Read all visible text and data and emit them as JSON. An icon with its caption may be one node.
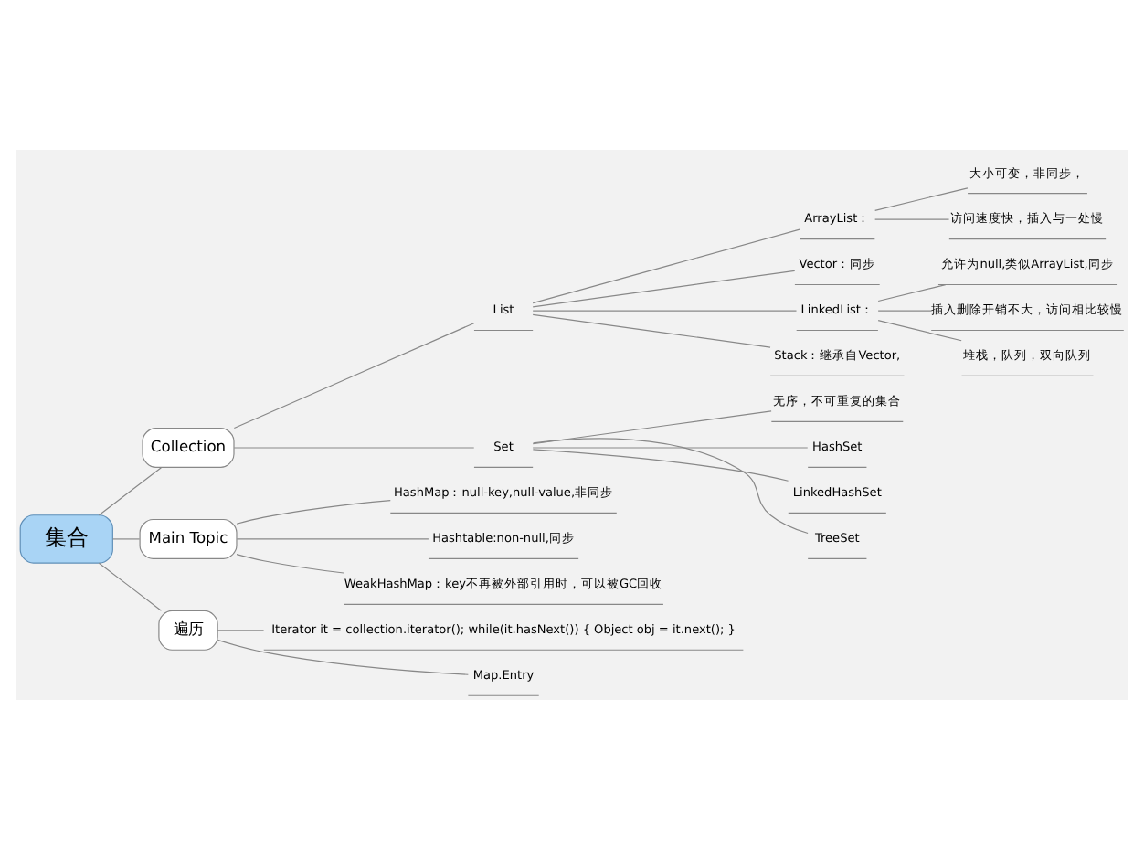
{
  "diagram": {
    "nodes": [
      {
        "text": [
          "集合"
        ]
      },
      {
        "text": [
          "Collection"
        ]
      },
      {
        "text": [
          "List"
        ]
      },
      {
        "text": [
          "ArrayList："
        ]
      },
      {
        "text": [
          "大小可变，非同步，"
        ]
      },
      {
        "text": [
          "访问速度快，插入与一处慢"
        ]
      },
      {
        "text": [
          "Vector：同步"
        ]
      },
      {
        "text": [
          "LinkedList："
        ]
      },
      {
        "text": [
          "允许为null,类似ArrayList,同步"
        ]
      },
      {
        "text": [
          "插入删除开销不大，访问相比较慢"
        ]
      },
      {
        "text": [
          "堆栈，队列，双向队列"
        ]
      },
      {
        "text": [
          "Stack：继承自Vector,"
        ]
      },
      {
        "text": [
          "Set"
        ]
      },
      {
        "text": [
          "无序，不可重复的集合"
        ]
      },
      {
        "text": [
          "HashSet"
        ]
      },
      {
        "text": [
          "LinkedHashSet"
        ]
      },
      {
        "text": [
          "TreeSet"
        ]
      },
      {
        "text": [
          "Main Topic"
        ]
      },
      {
        "text": [
          "HashMap：null-key,null-value,非同步"
        ]
      },
      {
        "text": [
          "Hashtable:non-null,同步"
        ]
      },
      {
        "text": [
          "WeakHashMap：key不再被外部引用时，可以被GC回收"
        ]
      },
      {
        "text": [
          "遍历"
        ]
      },
      {
        "text": [
          "Iterator it = collection.iterator(); while(it.hasNext()) { Object obj = it.next(); }"
        ]
      },
      {
        "text": [
          "Map.Entry"
        ]
      }
    ],
    "edges": [
      {
        "from": 0,
        "to": 1,
        "arrow": "none"
      },
      {
        "from": 1,
        "to": 2,
        "arrow": "none"
      },
      {
        "from": 2,
        "to": 3,
        "arrow": "none"
      },
      {
        "from": 3,
        "to": 4,
        "arrow": "none"
      },
      {
        "from": 3,
        "to": 5,
        "arrow": "none"
      },
      {
        "from": 2,
        "to": 6,
        "arrow": "none"
      },
      {
        "from": 2,
        "to": 7,
        "arrow": "none"
      },
      {
        "from": 7,
        "to": 8,
        "arrow": "none"
      },
      {
        "from": 7,
        "to": 9,
        "arrow": "none"
      },
      {
        "from": 7,
        "to": 10,
        "arrow": "none"
      },
      {
        "from": 2,
        "to": 11,
        "arrow": "none"
      },
      {
        "from": 1,
        "to": 12,
        "arrow": "none"
      },
      {
        "from": 12,
        "to": 13,
        "arrow": "none"
      },
      {
        "from": 12,
        "to": 14,
        "arrow": "none"
      },
      {
        "from": 12,
        "to": 15,
        "arrow": "none"
      },
      {
        "from": 12,
        "to": 16,
        "arrow": "none"
      },
      {
        "from": 0,
        "to": 17,
        "arrow": "none"
      },
      {
        "from": 17,
        "to": 18,
        "arrow": "none"
      },
      {
        "from": 17,
        "to": 19,
        "arrow": "none"
      },
      {
        "from": 17,
        "to": 20,
        "arrow": "none"
      },
      {
        "from": 0,
        "to": 21,
        "arrow": "none"
      },
      {
        "from": 21,
        "to": 22,
        "arrow": "none"
      },
      {
        "from": 21,
        "to": 23,
        "arrow": "none"
      }
    ]
  }
}
